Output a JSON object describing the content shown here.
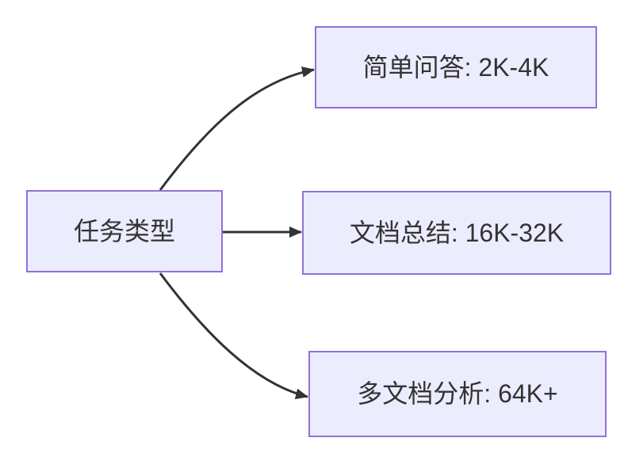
{
  "diagram": {
    "type": "flowchart-left-to-right",
    "colors": {
      "bg": "#ffffff",
      "node-fill": "#ECECFF",
      "node-border": "#9370DB",
      "edge-color": "#333333",
      "text-color": "#333333"
    },
    "nodes": [
      {
        "id": "task-type",
        "label": "任务类型"
      },
      {
        "id": "simple-qa",
        "label": "简单问答: 2K-4K"
      },
      {
        "id": "doc-summary",
        "label": "文档总结: 16K-32K"
      },
      {
        "id": "multi-doc",
        "label": "多文档分析: 64K+"
      }
    ],
    "edges": [
      {
        "from": "task-type",
        "to": "simple-qa",
        "style": "curved-up"
      },
      {
        "from": "task-type",
        "to": "doc-summary",
        "style": "straight"
      },
      {
        "from": "task-type",
        "to": "multi-doc",
        "style": "curved-down"
      }
    ]
  }
}
